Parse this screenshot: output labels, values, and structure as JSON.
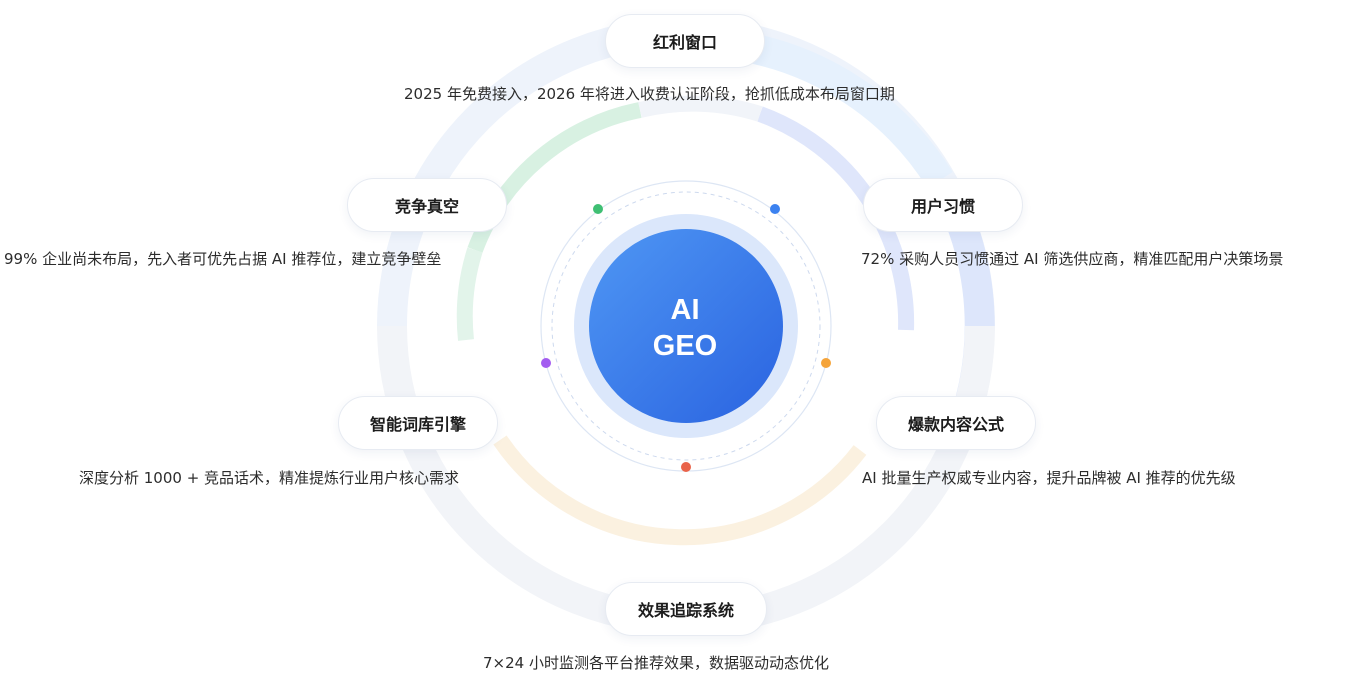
{
  "center": {
    "line1": "AI",
    "line2": "GEO"
  },
  "colors": {
    "core_start": "#4a90f2",
    "core_end": "#2d6ae4",
    "dot_green": "#3fbf73",
    "dot_blue": "#3c82f0",
    "dot_purple": "#a35cf0",
    "dot_orange": "#f5a43a",
    "dot_red": "#e9634a"
  },
  "nodes": [
    {
      "title": "红利窗口",
      "desc": "2025 年免费接入，2026 年将进入收费认证阶段，抢抓低成本布局窗口期"
    },
    {
      "title": "竞争真空",
      "desc": "99% 企业尚未布局，先入者可优先占据 AI 推荐位，建立竞争壁垒"
    },
    {
      "title": "用户习惯",
      "desc": "72% 采购人员习惯通过 AI 筛选供应商，精准匹配用户决策场景"
    },
    {
      "title": "智能词库引擎",
      "desc": "深度分析 1000 + 竞品话术，精准提炼行业用户核心需求"
    },
    {
      "title": "爆款内容公式",
      "desc": "AI 批量生产权威专业内容，提升品牌被 AI 推荐的优先级"
    },
    {
      "title": "效果追踪系统",
      "desc": "7×24 小时监测各平台推荐效果，数据驱动动态优化"
    }
  ]
}
